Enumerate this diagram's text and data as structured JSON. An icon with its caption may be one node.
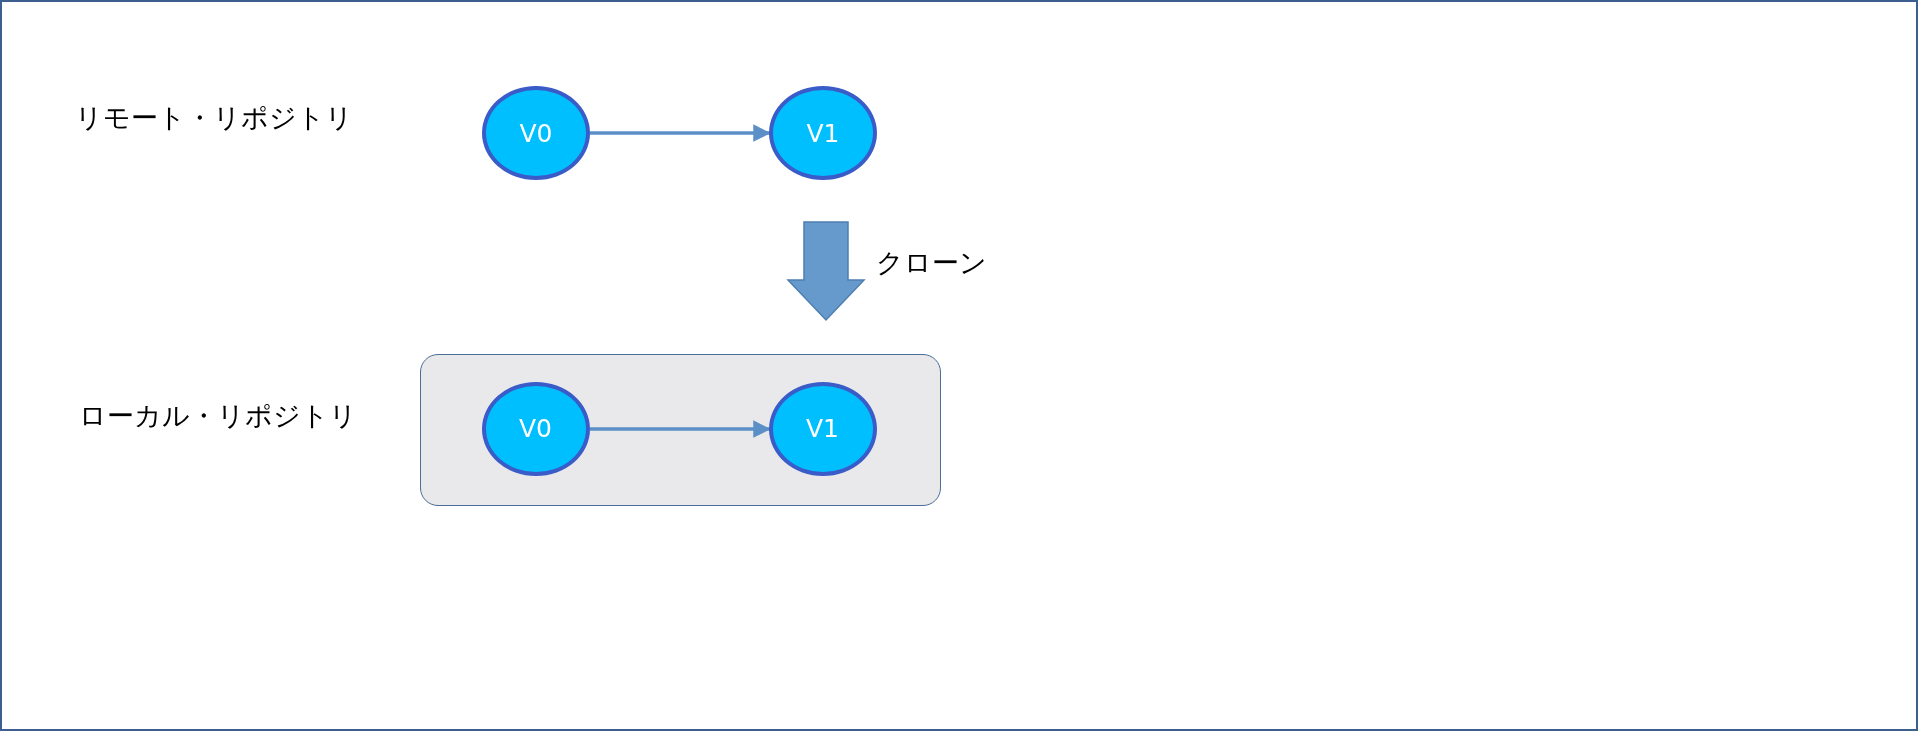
{
  "diagram": {
    "nodes": [
      {
        "text": [
          "V0"
        ]
      },
      {
        "text": [
          "V1"
        ]
      },
      {
        "text": [],
        "shape": "box"
      },
      {
        "text": [
          "V0"
        ],
        "in": 2
      },
      {
        "text": [
          "V1"
        ],
        "in": 2
      }
    ],
    "edges": [
      {
        "from": 0,
        "to": 1,
        "arrow": "to"
      },
      {
        "from": 3,
        "to": 4,
        "arrow": "to"
      },
      {
        "from": null,
        "to": 2,
        "arrow": "to",
        "label": "クローン",
        "style": "thick"
      }
    ],
    "labels": [
      "リモート・リポジトリ",
      "ローカル・リポジトリ"
    ]
  }
}
